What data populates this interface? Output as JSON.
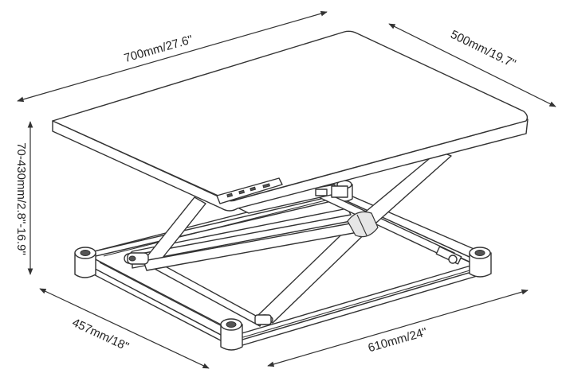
{
  "dimensions": {
    "top_width": "700mm/27.6\"",
    "top_depth": "500mm/19.7\"",
    "height_range": "70-430mm/2.8\"-16.9\"",
    "base_depth": "457mm/18\"",
    "base_width": "610mm/24\""
  },
  "colors": {
    "line": "#333333",
    "background": "#ffffff"
  }
}
